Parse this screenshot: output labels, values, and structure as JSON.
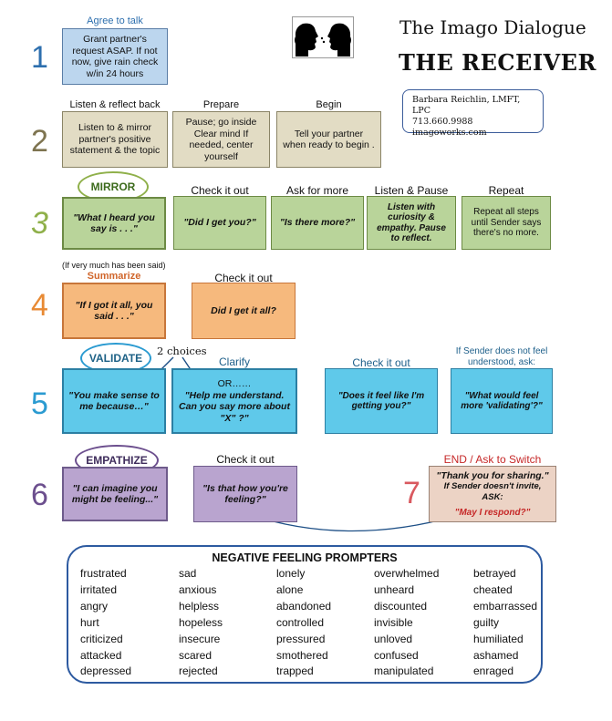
{
  "title": "The Imago Dialogue",
  "subtitle": "THE RECEIVER",
  "contact": {
    "name": "Barbara Reichlin, LMFT, LPC",
    "phone": "713.660.9988",
    "web": "imagoworks.com"
  },
  "colors": {
    "step_numbers": [
      "#2d6fae",
      "#7e7450",
      "#8fb04a",
      "#e88a34",
      "#2b9bd1",
      "#6c4f8e",
      "#d9595f"
    ]
  },
  "steps": {
    "s1": {
      "number": "1",
      "header": "Agree to talk",
      "box": "Grant partner's request  ASAP. If not now, give rain check w/in 24 hours"
    },
    "s2": {
      "number": "2",
      "h1": "Listen & reflect back",
      "b1": "Listen to & mirror partner's positive statement & the topic",
      "h2": "Prepare",
      "b2": "Pause; go inside Clear mind If needed, center yourself",
      "h3": "Begin",
      "b3": "Tell your partner when ready to begin ."
    },
    "s3": {
      "number": "3",
      "label": "MIRROR",
      "b1": "\"What I heard you say is . . .\"",
      "h2": "Check it out",
      "b2": "\"Did I get you?\"",
      "h3": "Ask for more",
      "b3": "\"Is there more?\"",
      "h4": "Listen & Pause",
      "b4": "Listen with curiosity & empathy. Pause to reflect.",
      "h5": "Repeat",
      "b5": "Repeat all steps until Sender says there's no more."
    },
    "s4": {
      "number": "4",
      "note": "(If very much has been said)",
      "label": "Summarize",
      "b1": "\"If I got it all, you said . . .\"",
      "h2": "Check it out",
      "b2": "Did I get it all?"
    },
    "s5": {
      "number": "5",
      "label": "VALIDATE",
      "choices": "2 choices",
      "b1": "\"You make sense to me because…\"",
      "h2": "Clarify",
      "b2_or": "OR……",
      "b2": "\"Help me understand. Can you say more about \"X\" ?\"",
      "h3": "Check it out",
      "b3": "\"Does it feel like I'm getting you?\"",
      "h4": "If Sender does not feel understood, ask:",
      "b4": "\"What would feel more 'validating'?\""
    },
    "s6": {
      "number": "6",
      "label": "EMPATHIZE",
      "b1": "\"I can imagine you might be feeling...\"",
      "h2": "Check it out",
      "b2": "\"Is that how you're feeling?\""
    },
    "s7": {
      "number": "7",
      "header": "END / Ask to Switch",
      "line1": "\"Thank you for sharing.\"",
      "line2": "If Sender doesn't invite, ASK:",
      "line3": "\"May I respond?\""
    }
  },
  "prompters": {
    "title": "NEGATIVE FEELING PROMPTERS",
    "columns": [
      [
        "frustrated",
        "irritated",
        "angry",
        "hurt",
        "criticized",
        "attacked",
        "depressed"
      ],
      [
        "sad",
        "anxious",
        "helpless",
        "hopeless",
        "insecure",
        "scared",
        "rejected"
      ],
      [
        "lonely",
        "alone",
        "abandoned",
        "controlled",
        "pressured",
        "smothered",
        "trapped"
      ],
      [
        "overwhelmed",
        "unheard",
        "discounted",
        "invisible",
        "unloved",
        "confused",
        "manipulated"
      ],
      [
        "betrayed",
        "cheated",
        "embarrassed",
        "guilty",
        "humiliated",
        "ashamed",
        "enraged"
      ]
    ]
  }
}
